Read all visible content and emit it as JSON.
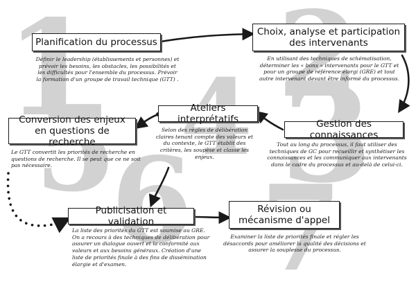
{
  "background_numbers": [
    "1",
    "2",
    "3",
    "4",
    "5",
    "6",
    "7"
  ],
  "steps": {
    "planification": {
      "title": "Planification du processus",
      "description": "Définir le leadership (établissements et personnes) et prévoir les besoins, les obstacles, les possibilités et les difficultés pour l'ensemble du processus. Prévoir la formation d'un groupe de travail technique (GTT) ."
    },
    "choix": {
      "title": "Choix, analyse et participation des intervenants",
      "description": "En utilisant des techniques de schématisation, déterminer les « bons » intervenants pour le GTT et pour un groupe de référence élargi (GRE) et tout autre intervenant devant être informé du processus."
    },
    "gestion": {
      "title": "Gestion des connaissances",
      "description": "Tout au long du processus, il faut utiliser des techniques de GC pour recueillir et synthétiser les connaissances et les communiquer aux intervenants dans le cadre du processus et au-delà de celui-ci."
    },
    "ateliers": {
      "title": "Ateliers interprétatifs",
      "description": "Selon des règles de délibération claires tenant compte des valeurs et du contexte, le GTT établit des critères, les soupèse et classe les enjeux."
    },
    "conversion": {
      "title": "Conversion des enjeux en questions de recherche",
      "description": "Le GTT convertit les priorités de recherche en questions de recherche. Il se peut que ce ne soit pas nécessaire."
    },
    "publicisation": {
      "title": "Publicisation et validation",
      "description": "La liste des priorités du GTT est soumise au GRE. On a recours à des techniques de délibération pour assurer un dialogue ouvert et la conformité aux valeurs et aux besoins généraux. Création d'une liste de priorités finale à des fins de dissémination élargie et d'examen."
    },
    "revision": {
      "title": "Révision ou mécanisme d'appel",
      "description": "Examiner la liste de priorités finale et régler les désaccords pour améliorer la qualité des décisions et assurer la souplesse du processus."
    }
  },
  "colors": {
    "background": "#ffffff",
    "number_gray": "#d2d2d2",
    "box_border": "#1a1a1a",
    "arrow": "#1a1a1a",
    "text": "#111111"
  }
}
